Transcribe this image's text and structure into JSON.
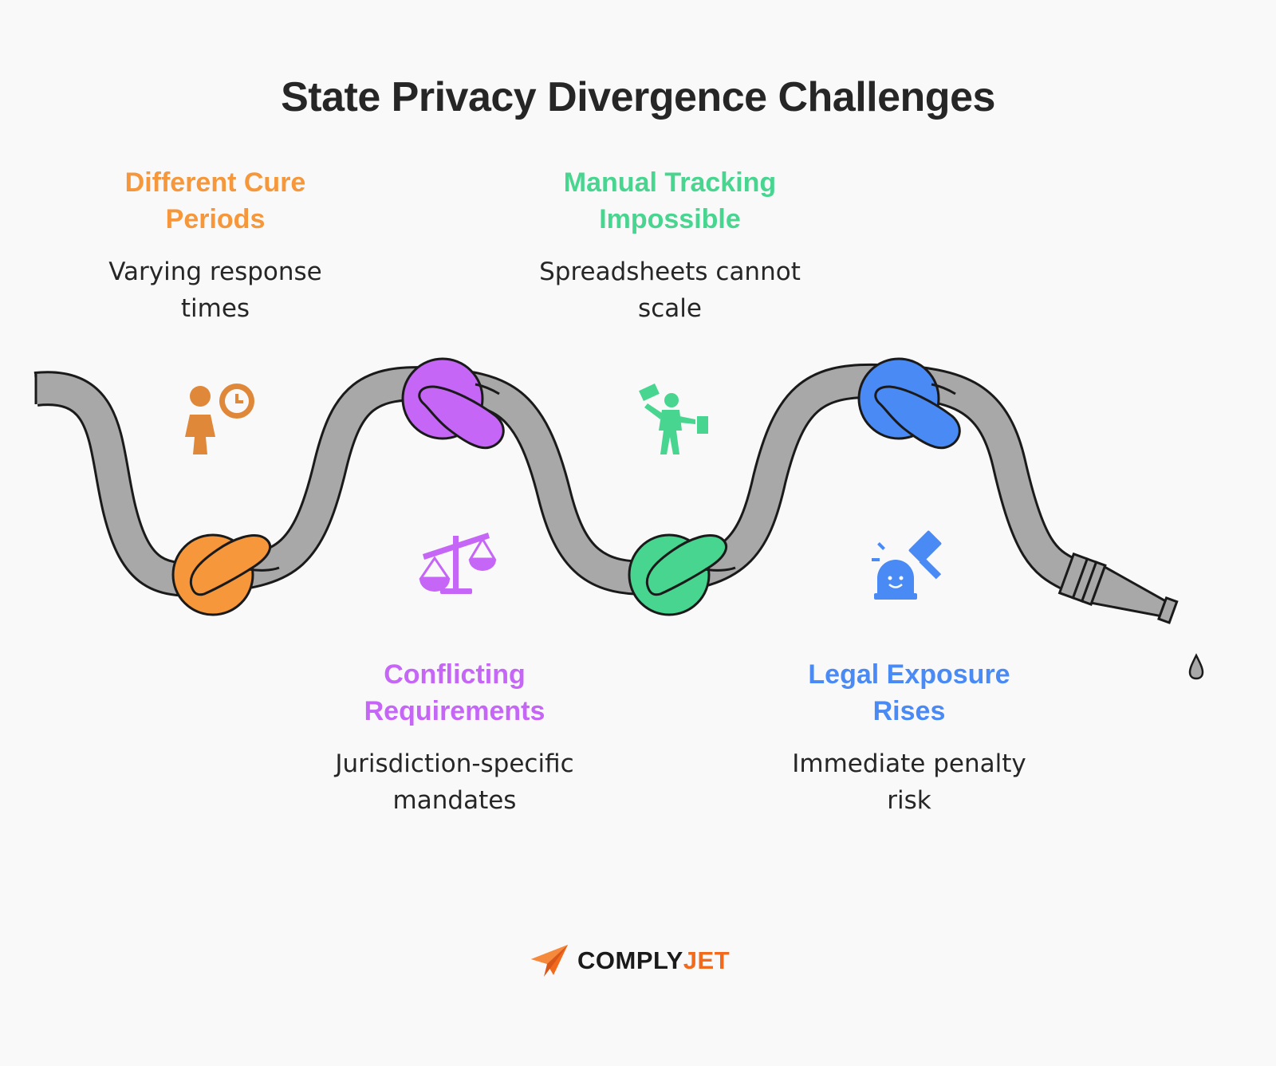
{
  "title": "State Privacy Divergence Challenges",
  "items": [
    {
      "title": "Different Cure Periods",
      "description": "Varying response times",
      "color": "#f5973a",
      "icon": "person-clock-icon"
    },
    {
      "title": "Conflicting Requirements",
      "description": "Jurisdiction-specific mandates",
      "color": "#c566f7",
      "icon": "scales-icon"
    },
    {
      "title": "Manual Tracking Impossible",
      "description": "Spreadsheets cannot scale",
      "color": "#47d590",
      "icon": "juggling-person-icon"
    },
    {
      "title": "Legal Exposure Rises",
      "description": "Immediate penalty risk",
      "color": "#4a8af5",
      "icon": "alarm-gavel-icon"
    }
  ],
  "brand": {
    "name_part1": "COMPLY",
    "name_part2": "JET",
    "icon": "paper-plane-icon",
    "color_dark": "#1a1a1a",
    "color_accent": "#f26a1b"
  },
  "hose": {
    "color": "#a8a8a8",
    "outline": "#1a1a1a"
  }
}
